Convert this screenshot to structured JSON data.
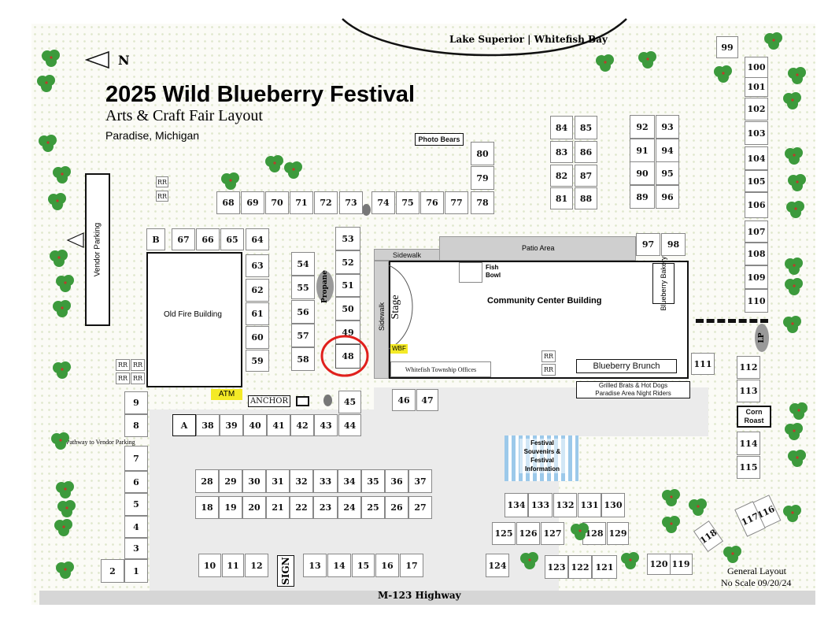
{
  "title": {
    "main": "2025  Wild Blueberry Festival",
    "sub": "Arts & Craft Fair Layout",
    "location": "Paradise, Michigan"
  },
  "compass": {
    "label": "N"
  },
  "labels": {
    "lake": "Lake Superior | Whitefish Bay",
    "highway": "M-123 Highway",
    "vendor_parking": "Vendor Parking",
    "pathway": "Pathway to Vendor Parking",
    "photo_bears": "Photo Bears",
    "patio": "Patio Area",
    "sidewalk_h": "Sidewalk",
    "sidewalk_v": "Sidewalk",
    "fish_bowl": "Fish Bowl",
    "community": "Community Center Building",
    "stage": "Stage",
    "bakery": "Blueberry Bakery",
    "propane": "Propane",
    "old_fire": "Old Fire Building",
    "atm": "ATM",
    "anchor": "ANCHOR",
    "wbf": "WBF",
    "offices": "Whitefish Township Offices",
    "brunch": "Blueberry Brunch",
    "brats_1": "Grilled Brats & Hot Dogs",
    "brats_2": "Paradise Area Night Riders",
    "souvenirs": "Festival Souvenirs & Festival Information",
    "corn": "Corn Roast",
    "lp": "LP",
    "sign": "SIGN",
    "b_booth": "B",
    "a_booth": "A",
    "rr": "RR",
    "general_1": "General Layout",
    "general_2": "No Scale 09/20/24"
  },
  "booths": [
    {
      "id": "1"
    },
    {
      "id": "2"
    },
    {
      "id": "3"
    },
    {
      "id": "4"
    },
    {
      "id": "5"
    },
    {
      "id": "6"
    },
    {
      "id": "7"
    },
    {
      "id": "8"
    },
    {
      "id": "9"
    },
    {
      "id": "10"
    },
    {
      "id": "11"
    },
    {
      "id": "12"
    },
    {
      "id": "13"
    },
    {
      "id": "14"
    },
    {
      "id": "15"
    },
    {
      "id": "16"
    },
    {
      "id": "17"
    },
    {
      "id": "18"
    },
    {
      "id": "19"
    },
    {
      "id": "20"
    },
    {
      "id": "21"
    },
    {
      "id": "22"
    },
    {
      "id": "23"
    },
    {
      "id": "24"
    },
    {
      "id": "25"
    },
    {
      "id": "26"
    },
    {
      "id": "27"
    },
    {
      "id": "28"
    },
    {
      "id": "29"
    },
    {
      "id": "30"
    },
    {
      "id": "31"
    },
    {
      "id": "32"
    },
    {
      "id": "33"
    },
    {
      "id": "34"
    },
    {
      "id": "35"
    },
    {
      "id": "36"
    },
    {
      "id": "37"
    },
    {
      "id": "38"
    },
    {
      "id": "39"
    },
    {
      "id": "40"
    },
    {
      "id": "41"
    },
    {
      "id": "42"
    },
    {
      "id": "43"
    },
    {
      "id": "44"
    },
    {
      "id": "45"
    },
    {
      "id": "46"
    },
    {
      "id": "47"
    },
    {
      "id": "48",
      "highlighted": true
    },
    {
      "id": "49"
    },
    {
      "id": "50"
    },
    {
      "id": "51"
    },
    {
      "id": "52"
    },
    {
      "id": "53"
    },
    {
      "id": "54"
    },
    {
      "id": "55"
    },
    {
      "id": "56"
    },
    {
      "id": "57"
    },
    {
      "id": "58"
    },
    {
      "id": "59"
    },
    {
      "id": "60"
    },
    {
      "id": "61"
    },
    {
      "id": "62"
    },
    {
      "id": "63"
    },
    {
      "id": "64"
    },
    {
      "id": "65"
    },
    {
      "id": "66"
    },
    {
      "id": "67"
    },
    {
      "id": "68"
    },
    {
      "id": "69"
    },
    {
      "id": "70"
    },
    {
      "id": "71"
    },
    {
      "id": "72"
    },
    {
      "id": "73"
    },
    {
      "id": "74"
    },
    {
      "id": "75"
    },
    {
      "id": "76"
    },
    {
      "id": "77"
    },
    {
      "id": "78"
    },
    {
      "id": "79"
    },
    {
      "id": "80"
    },
    {
      "id": "81"
    },
    {
      "id": "82"
    },
    {
      "id": "83"
    },
    {
      "id": "84"
    },
    {
      "id": "85"
    },
    {
      "id": "86"
    },
    {
      "id": "87"
    },
    {
      "id": "88"
    },
    {
      "id": "89"
    },
    {
      "id": "90"
    },
    {
      "id": "91"
    },
    {
      "id": "92"
    },
    {
      "id": "93"
    },
    {
      "id": "94"
    },
    {
      "id": "95"
    },
    {
      "id": "96"
    },
    {
      "id": "97"
    },
    {
      "id": "98"
    },
    {
      "id": "99"
    },
    {
      "id": "100"
    },
    {
      "id": "101"
    },
    {
      "id": "102"
    },
    {
      "id": "103"
    },
    {
      "id": "104"
    },
    {
      "id": "105"
    },
    {
      "id": "106"
    },
    {
      "id": "107"
    },
    {
      "id": "108"
    },
    {
      "id": "109"
    },
    {
      "id": "110"
    },
    {
      "id": "111"
    },
    {
      "id": "112"
    },
    {
      "id": "113"
    },
    {
      "id": "114"
    },
    {
      "id": "115"
    },
    {
      "id": "116"
    },
    {
      "id": "117"
    },
    {
      "id": "118"
    },
    {
      "id": "119"
    },
    {
      "id": "120"
    },
    {
      "id": "121"
    },
    {
      "id": "122"
    },
    {
      "id": "123"
    },
    {
      "id": "124"
    },
    {
      "id": "125"
    },
    {
      "id": "126"
    },
    {
      "id": "127"
    },
    {
      "id": "128"
    },
    {
      "id": "129"
    },
    {
      "id": "130"
    },
    {
      "id": "131"
    },
    {
      "id": "132"
    },
    {
      "id": "133"
    },
    {
      "id": "134"
    }
  ],
  "colors": {
    "highlight_circle": "#e0201c",
    "tree": "#3c9a3c",
    "tree_core": "#c0392b",
    "atm_bg": "#f4ea26",
    "souvenir_stripe": "#9cc9ea",
    "road": "#d6d6d6"
  }
}
